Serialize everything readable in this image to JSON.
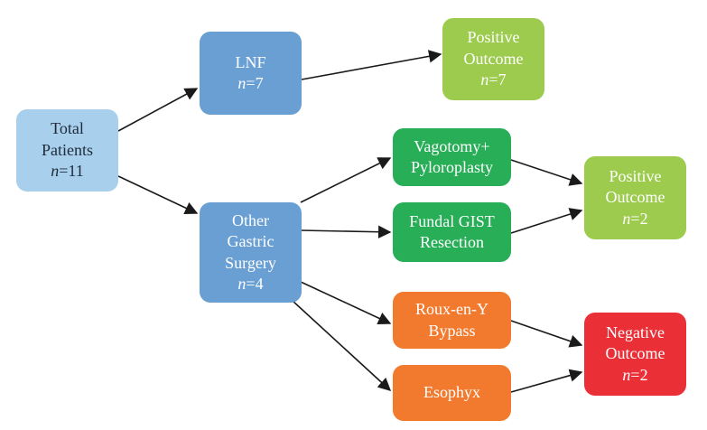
{
  "nodes": {
    "total": {
      "line1": "Total",
      "line2": "Patients",
      "n": "n=11",
      "color": "#a8cfec"
    },
    "lnf": {
      "line1": "LNF",
      "n": "n=7",
      "color": "#6a9fd4"
    },
    "lnf_outcome": {
      "line1": "Positive",
      "line2": "Outcome",
      "n": "n=7",
      "color": "#9ccb4e"
    },
    "other": {
      "line1": "Other",
      "line2": "Gastric",
      "line3": "Surgery",
      "n": "n=4",
      "color": "#6a9fd4"
    },
    "vagotomy": {
      "line1": "Vagotomy+",
      "line2": "Pyloroplasty",
      "color": "#27ae56"
    },
    "fundal": {
      "line1": "Fundal GIST",
      "line2": "Resection",
      "color": "#27ae56"
    },
    "pos_outcome": {
      "line1": "Positive",
      "line2": "Outcome",
      "n": "n=2",
      "color": "#9ccb4e"
    },
    "roux": {
      "line1": "Roux-en-Y",
      "line2": "Bypass",
      "color": "#f17a2e"
    },
    "esophyx": {
      "line1": "Esophyx",
      "color": "#f17a2e"
    },
    "neg_outcome": {
      "line1": "Negative",
      "line2": "Outcome",
      "n": "n=2",
      "color": "#ea2f37"
    }
  }
}
